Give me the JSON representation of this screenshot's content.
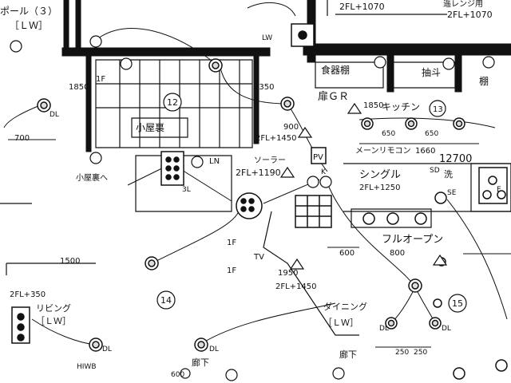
{
  "labels": {
    "balcony": "ポール（３）",
    "balcony_lw": "［ＬＷ］",
    "ref_top": "2FL+1070",
    "ref_top_right": "2FL+1070",
    "ref_top_right_note": "遥レンジ用",
    "shoe_room": "食器棚",
    "drawer": "抽斗",
    "shelf": "棚",
    "ref_door": "扉ＧＲ",
    "d_1850": "1850",
    "d_1350": "1350",
    "d_1850_b": "1850",
    "kitchen": "キッチン",
    "d_900": "900",
    "ref_1450_top": "2FL+1450",
    "small_room": "小屋裏",
    "small_room_note": "小屋裏へ",
    "room_12": "12",
    "room_13": "13",
    "room_14": "14",
    "room_15": "15",
    "pv": "PV",
    "remocon": "メーンリモコン",
    "remocon_h": "1660",
    "d_12700": "12700",
    "d_700": "700",
    "d_650a": "650",
    "d_650b": "650",
    "ref_1190": "2FL+1190",
    "solar": "ソーラー",
    "single": "シングル",
    "ref_1250": "2FL+1250",
    "wash": "洗",
    "sd": "SD",
    "se": "SE",
    "full_open": "フルオープン",
    "d_800": "800",
    "d_600": "600",
    "d_1500": "1500",
    "ref_350": "2FL+350",
    "living": "リビング",
    "living_lw": "［ＬＷ］",
    "tv": "TV",
    "ref_1450": "2FL+1450",
    "d_1950": "1950",
    "dining": "ダイニング",
    "dining_lw": "［ＬＷ］",
    "d_250a": "250",
    "d_250b": "250",
    "hall": "廊下",
    "hall2": "廊下",
    "d_600b": "600",
    "hiwb": "HIWB",
    "dl": "DL",
    "if": "1F",
    "lw": "LW",
    "e": "E",
    "ln": "LN",
    "k": "K",
    "sl": "3L"
  },
  "colors": {
    "ink": "#111111",
    "paper": "#ffffff",
    "wall": "#111111"
  }
}
